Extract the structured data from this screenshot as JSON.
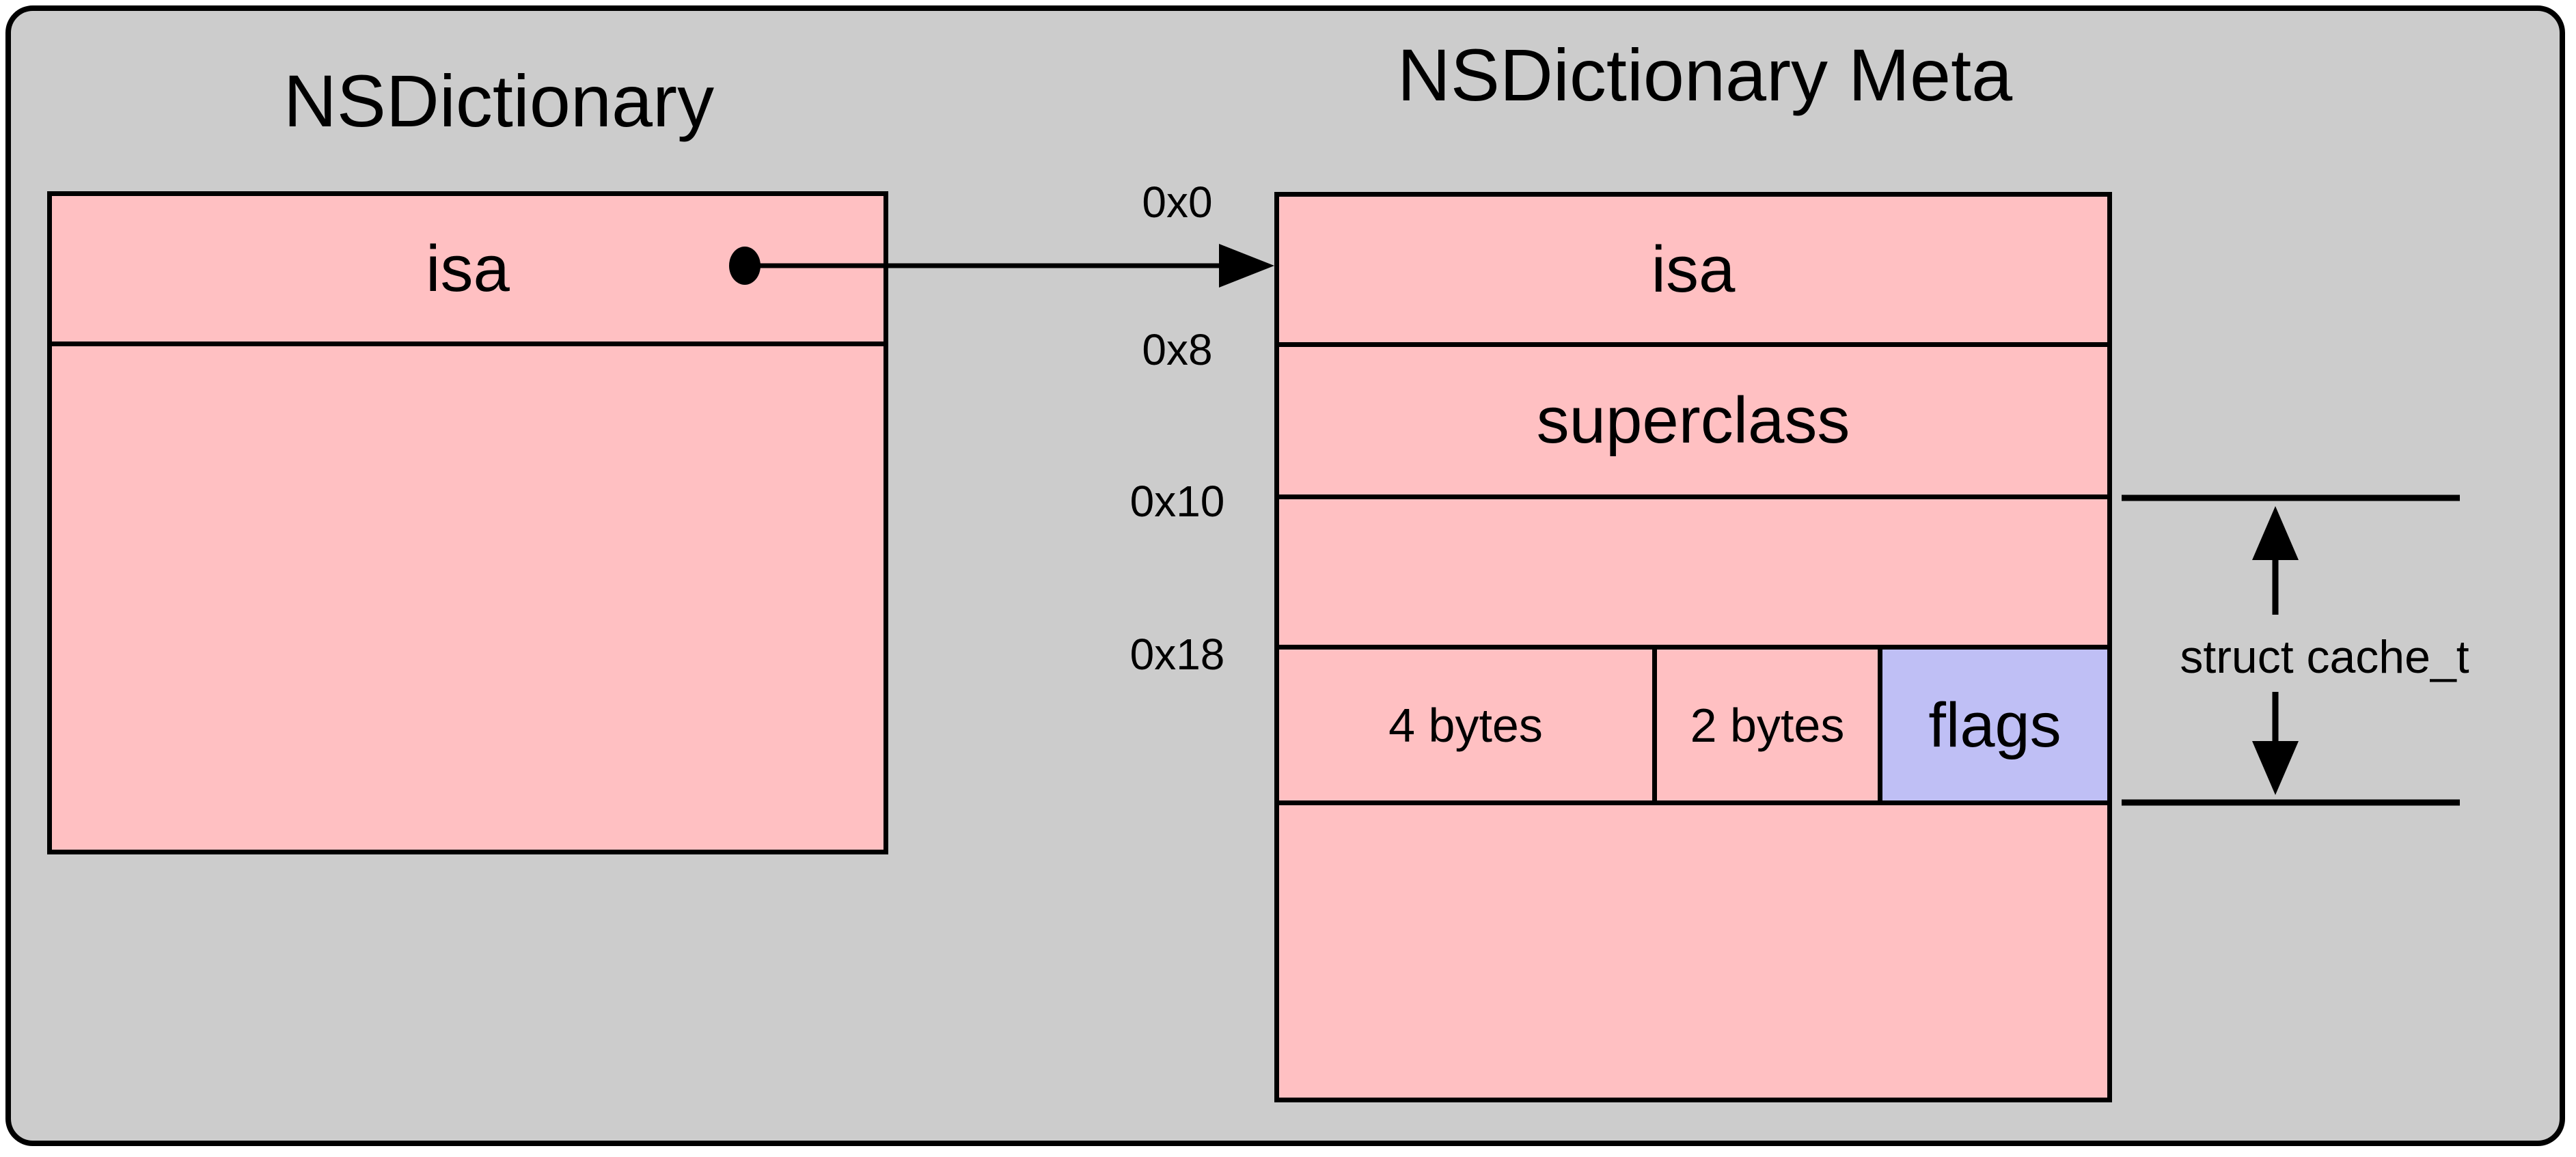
{
  "titles": {
    "left": "NSDictionary",
    "right": "NSDictionary Meta"
  },
  "left_box": {
    "isa_label": "isa"
  },
  "right_box": {
    "isa_label": "isa",
    "superclass_label": "superclass",
    "byte_cells": [
      "4 bytes",
      "2 bytes",
      "flags"
    ]
  },
  "offsets": [
    "0x0",
    "0x8",
    "0x10",
    "0x18"
  ],
  "annotation": {
    "label": "struct cache_t"
  },
  "icons": [
    "pointer-dot",
    "right-arrow",
    "up-arrow",
    "down-arrow"
  ],
  "colors": {
    "canvas_bg": "#ffffff",
    "frame_fill": "#cccccc",
    "cell_pink": "#ffc0c2",
    "cell_purple": "#bfbff5",
    "line_black": "#000000"
  }
}
